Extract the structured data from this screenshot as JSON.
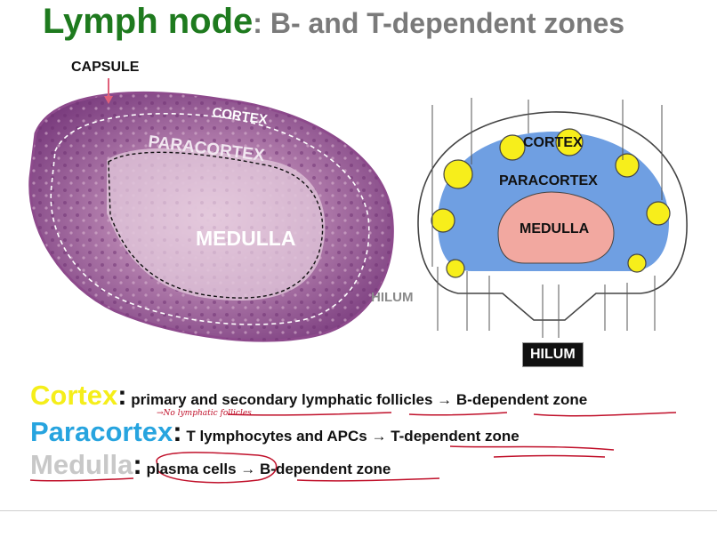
{
  "title": {
    "main": "Lymph node",
    "rest": ": B- and T-dependent zones"
  },
  "histology": {
    "capsule": "CAPSULE",
    "cortex": "CORTEX",
    "paracortex": "PARACORTEX",
    "medulla": "MEDULLA",
    "hilum": "HILUM"
  },
  "schematic": {
    "cortex": "CORTEX",
    "paracortex": "PARACORTEX",
    "medulla": "MEDULLA",
    "hilum": "HILUM"
  },
  "legend": [
    {
      "key": "Cortex",
      "colon": ":",
      "desc": " primary and secondary lymphatic follicles → B-dependent zone",
      "color": "#f5ee1a"
    },
    {
      "key": "Paracortex",
      "colon": ":",
      "desc": " T lymphocytes and APCs → T-dependent  zone",
      "color": "#27a4df"
    },
    {
      "key": "Medulla",
      "colon": ":",
      "desc": " plasma cells → B-dependent zone",
      "color": "#c8c8c8"
    }
  ],
  "annotation": "→No lymphatic follicles",
  "colors": {
    "title": "#1e7a1e",
    "schematic_blue": "#6f9fe2",
    "schematic_pink": "#f2a8a0",
    "follicle": "#f7ee1b",
    "ink": "#c0102a"
  }
}
